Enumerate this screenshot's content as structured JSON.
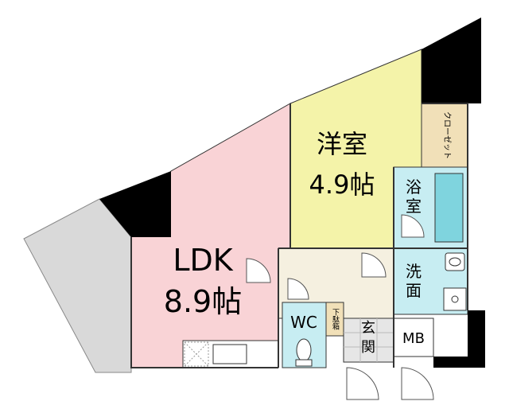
{
  "rooms": {
    "western": {
      "name": "洋室",
      "size": "4.9帖",
      "color": "#f4f3a9"
    },
    "ldk": {
      "name": "LDK",
      "size": "8.9帖",
      "color": "#f9d3d6"
    },
    "bath": {
      "name": "浴室",
      "color": "#c7edf2"
    },
    "washroom": {
      "name": "洗面",
      "color": "#c7edf2"
    },
    "wc": {
      "name": "WC",
      "color": "#c7edf2"
    },
    "entrance": {
      "name": "玄関"
    },
    "shoebox": {
      "name": "下駄箱"
    },
    "mb": {
      "name": "MB"
    },
    "closet": {
      "name": "クローゼット",
      "color": "#f1e0b8"
    },
    "hall": {
      "color": "#f5f0e0"
    },
    "balcony": {
      "color": "#d9d9d9"
    }
  }
}
